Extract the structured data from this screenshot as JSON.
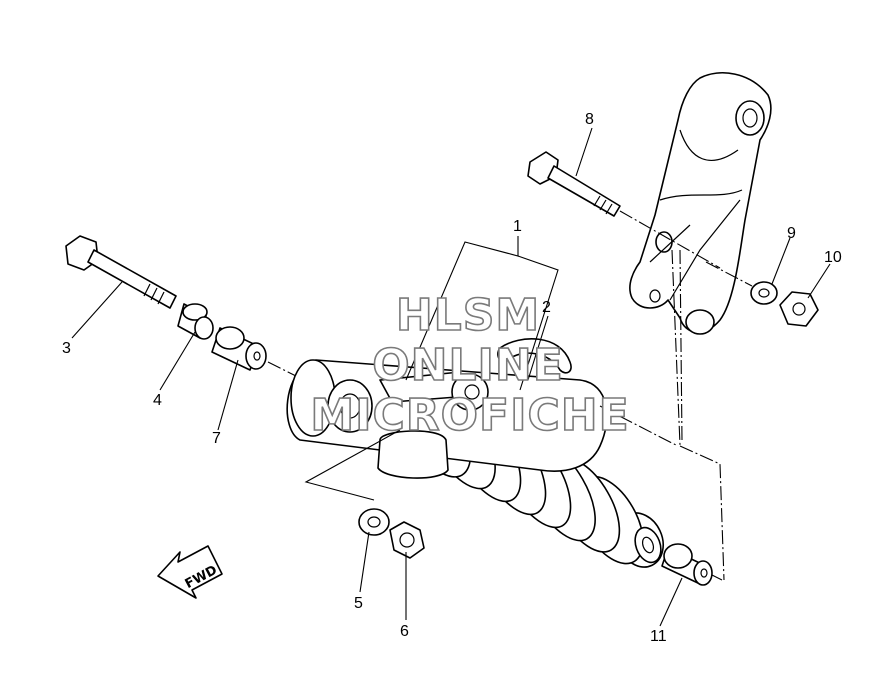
{
  "callouts": {
    "c1": "1",
    "c2": "2",
    "c3": "3",
    "c4": "4",
    "c5": "5",
    "c6": "6",
    "c7": "7",
    "c8": "8",
    "c9": "9",
    "c10": "10",
    "c11": "11"
  },
  "watermark": {
    "line1": "HLSM",
    "line2": "ONLINE",
    "line3": "MICROFICHE"
  },
  "fwd_label": "FWD",
  "colors": {
    "line": "#000000",
    "watermark_outline": "#7a7a7a",
    "background": "#ffffff"
  }
}
